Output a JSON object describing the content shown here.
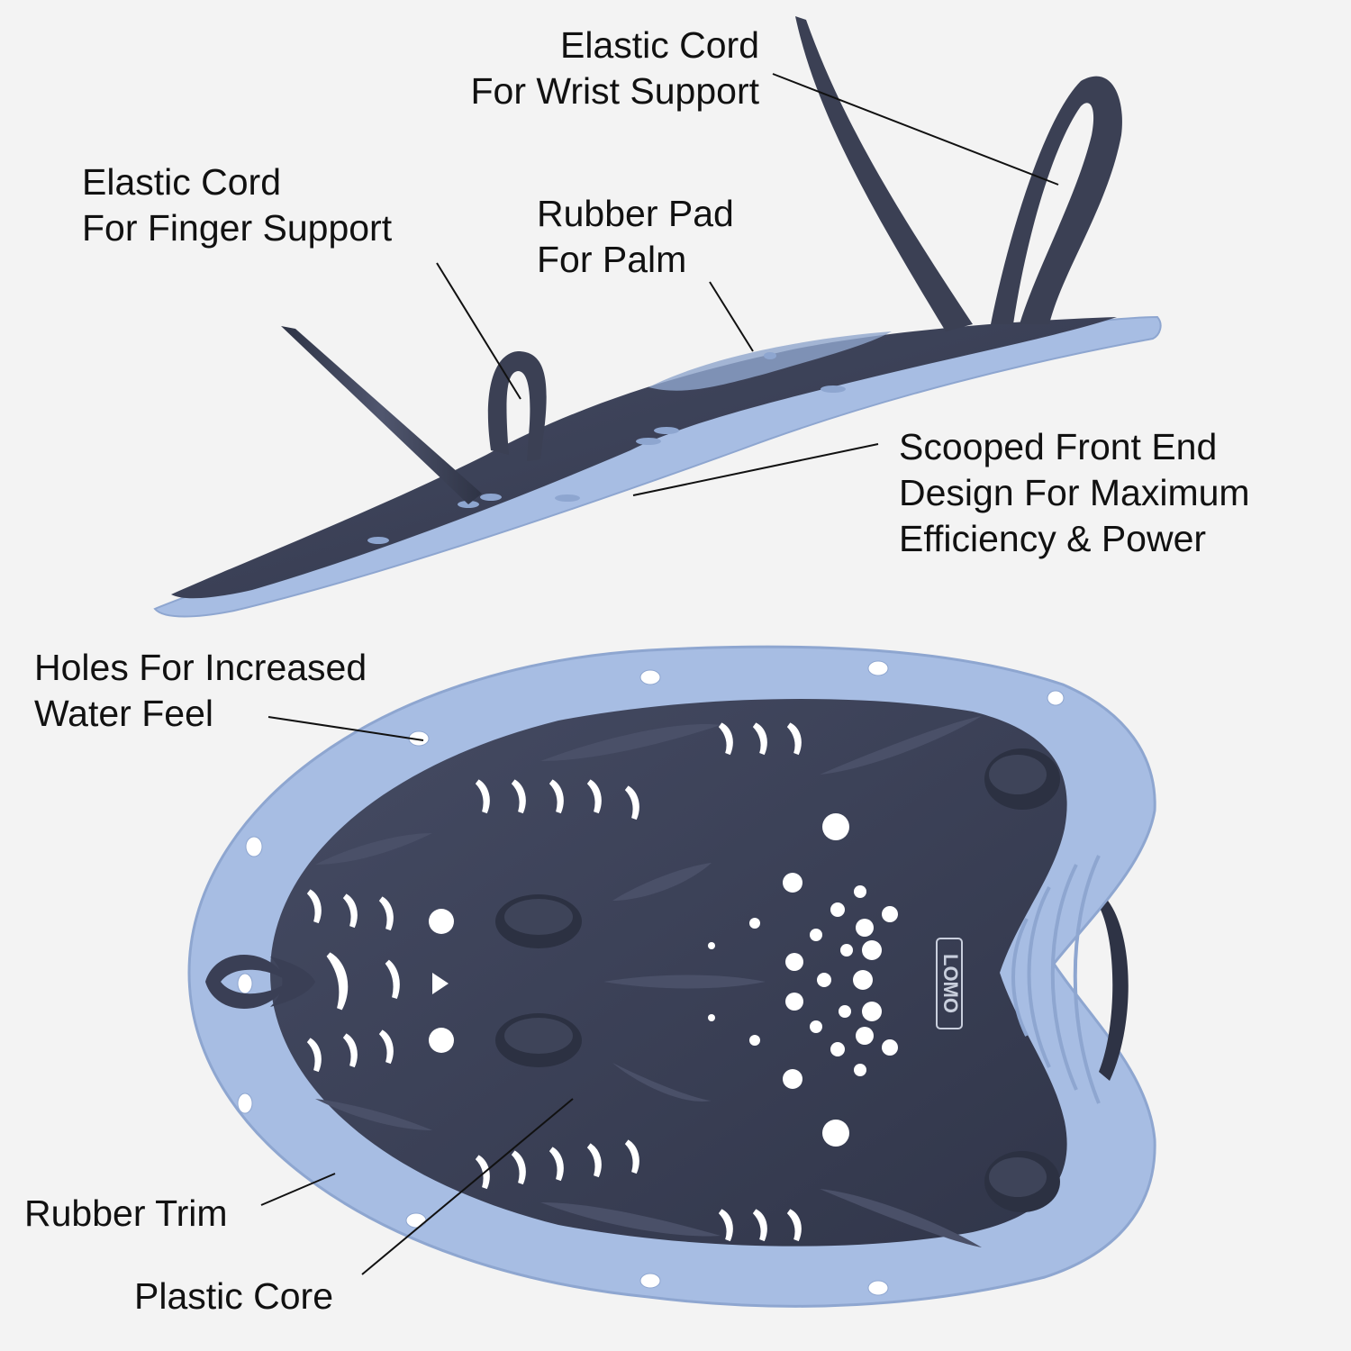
{
  "colors": {
    "background": "#f3f3f3",
    "rubber_trim": "#a7bde3",
    "plastic_core": "#3a3f55",
    "cord": "#3b4054",
    "text": "#111111"
  },
  "labels": {
    "wrist_cord": [
      "Elastic Cord",
      "For Wrist Support"
    ],
    "finger_cord": [
      "Elastic Cord",
      "For Finger Support"
    ],
    "palm_pad": [
      "Rubber Pad",
      "For Palm"
    ],
    "scoop": [
      "Scooped Front End",
      "Design For Maximum",
      "Efficiency & Power"
    ],
    "holes": [
      "Holes For Increased",
      "Water Feel"
    ],
    "trim": [
      "Rubber Trim"
    ],
    "core": [
      "Plastic Core"
    ]
  },
  "brand_logo": "LOMO"
}
